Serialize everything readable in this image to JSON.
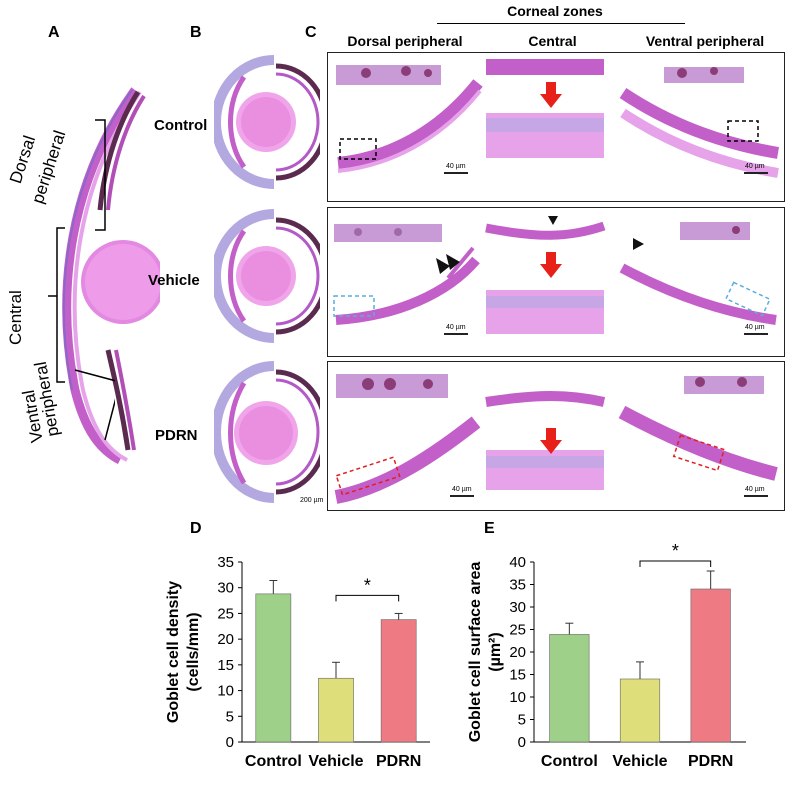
{
  "panels": {
    "a": "A",
    "b": "B",
    "c": "C",
    "d": "D",
    "e": "E"
  },
  "panel_a": {
    "dorsal_1": "Dorsal",
    "dorsal_2": "peripheral",
    "central": "Central",
    "ventral_1": "Ventral",
    "ventral_2": "peripheral"
  },
  "panel_b": {
    "rows": [
      "Control",
      "Vehicle",
      "PDRN"
    ],
    "scale": "200 µm"
  },
  "panel_c": {
    "group_title": "Corneal zones",
    "columns": [
      "Dorsal peripheral",
      "Central",
      "Ventral peripheral"
    ],
    "scale_label": "40 µm",
    "colors": {
      "tissue": "#c35fc8",
      "stroma": "#e6a3ea",
      "goblet": "#8b3d77",
      "box_control": "#000000",
      "box_vehicle": "#5aaee0",
      "box_pdrn": "#e02020",
      "arrow": "#e8201a"
    }
  },
  "chart_data": [
    {
      "type": "bar",
      "categories": [
        "Control",
        "Vehicle",
        "PDRN"
      ],
      "values": [
        28.8,
        12.4,
        23.8
      ],
      "errors": [
        2.6,
        3.1,
        1.2
      ],
      "colors": [
        "#9fd08a",
        "#dede7a",
        "#ee7b83"
      ],
      "ylabel_1": "Goblet cell density",
      "ylabel_2": "(cells/mm)",
      "ylim": [
        0,
        35
      ],
      "yticks": [
        "0",
        "5",
        "10",
        "15",
        "20",
        "25",
        "30",
        "35"
      ],
      "significance": {
        "pair": [
          "Vehicle",
          "PDRN"
        ],
        "label": "*"
      },
      "grid": false
    },
    {
      "type": "bar",
      "categories": [
        "Control",
        "Vehicle",
        "PDRN"
      ],
      "values": [
        23.9,
        14.0,
        34.0
      ],
      "errors": [
        2.5,
        3.8,
        4.0
      ],
      "colors": [
        "#9fd08a",
        "#dede7a",
        "#ee7b83"
      ],
      "ylabel_1": "Goblet cell surface area",
      "ylabel_2": "(µm²)",
      "ylim": [
        0,
        40
      ],
      "yticks": [
        "0",
        "5",
        "10",
        "15",
        "20",
        "25",
        "30",
        "35",
        "40"
      ],
      "significance": {
        "pair": [
          "Vehicle",
          "PDRN"
        ],
        "label": "*"
      },
      "grid": false
    }
  ]
}
